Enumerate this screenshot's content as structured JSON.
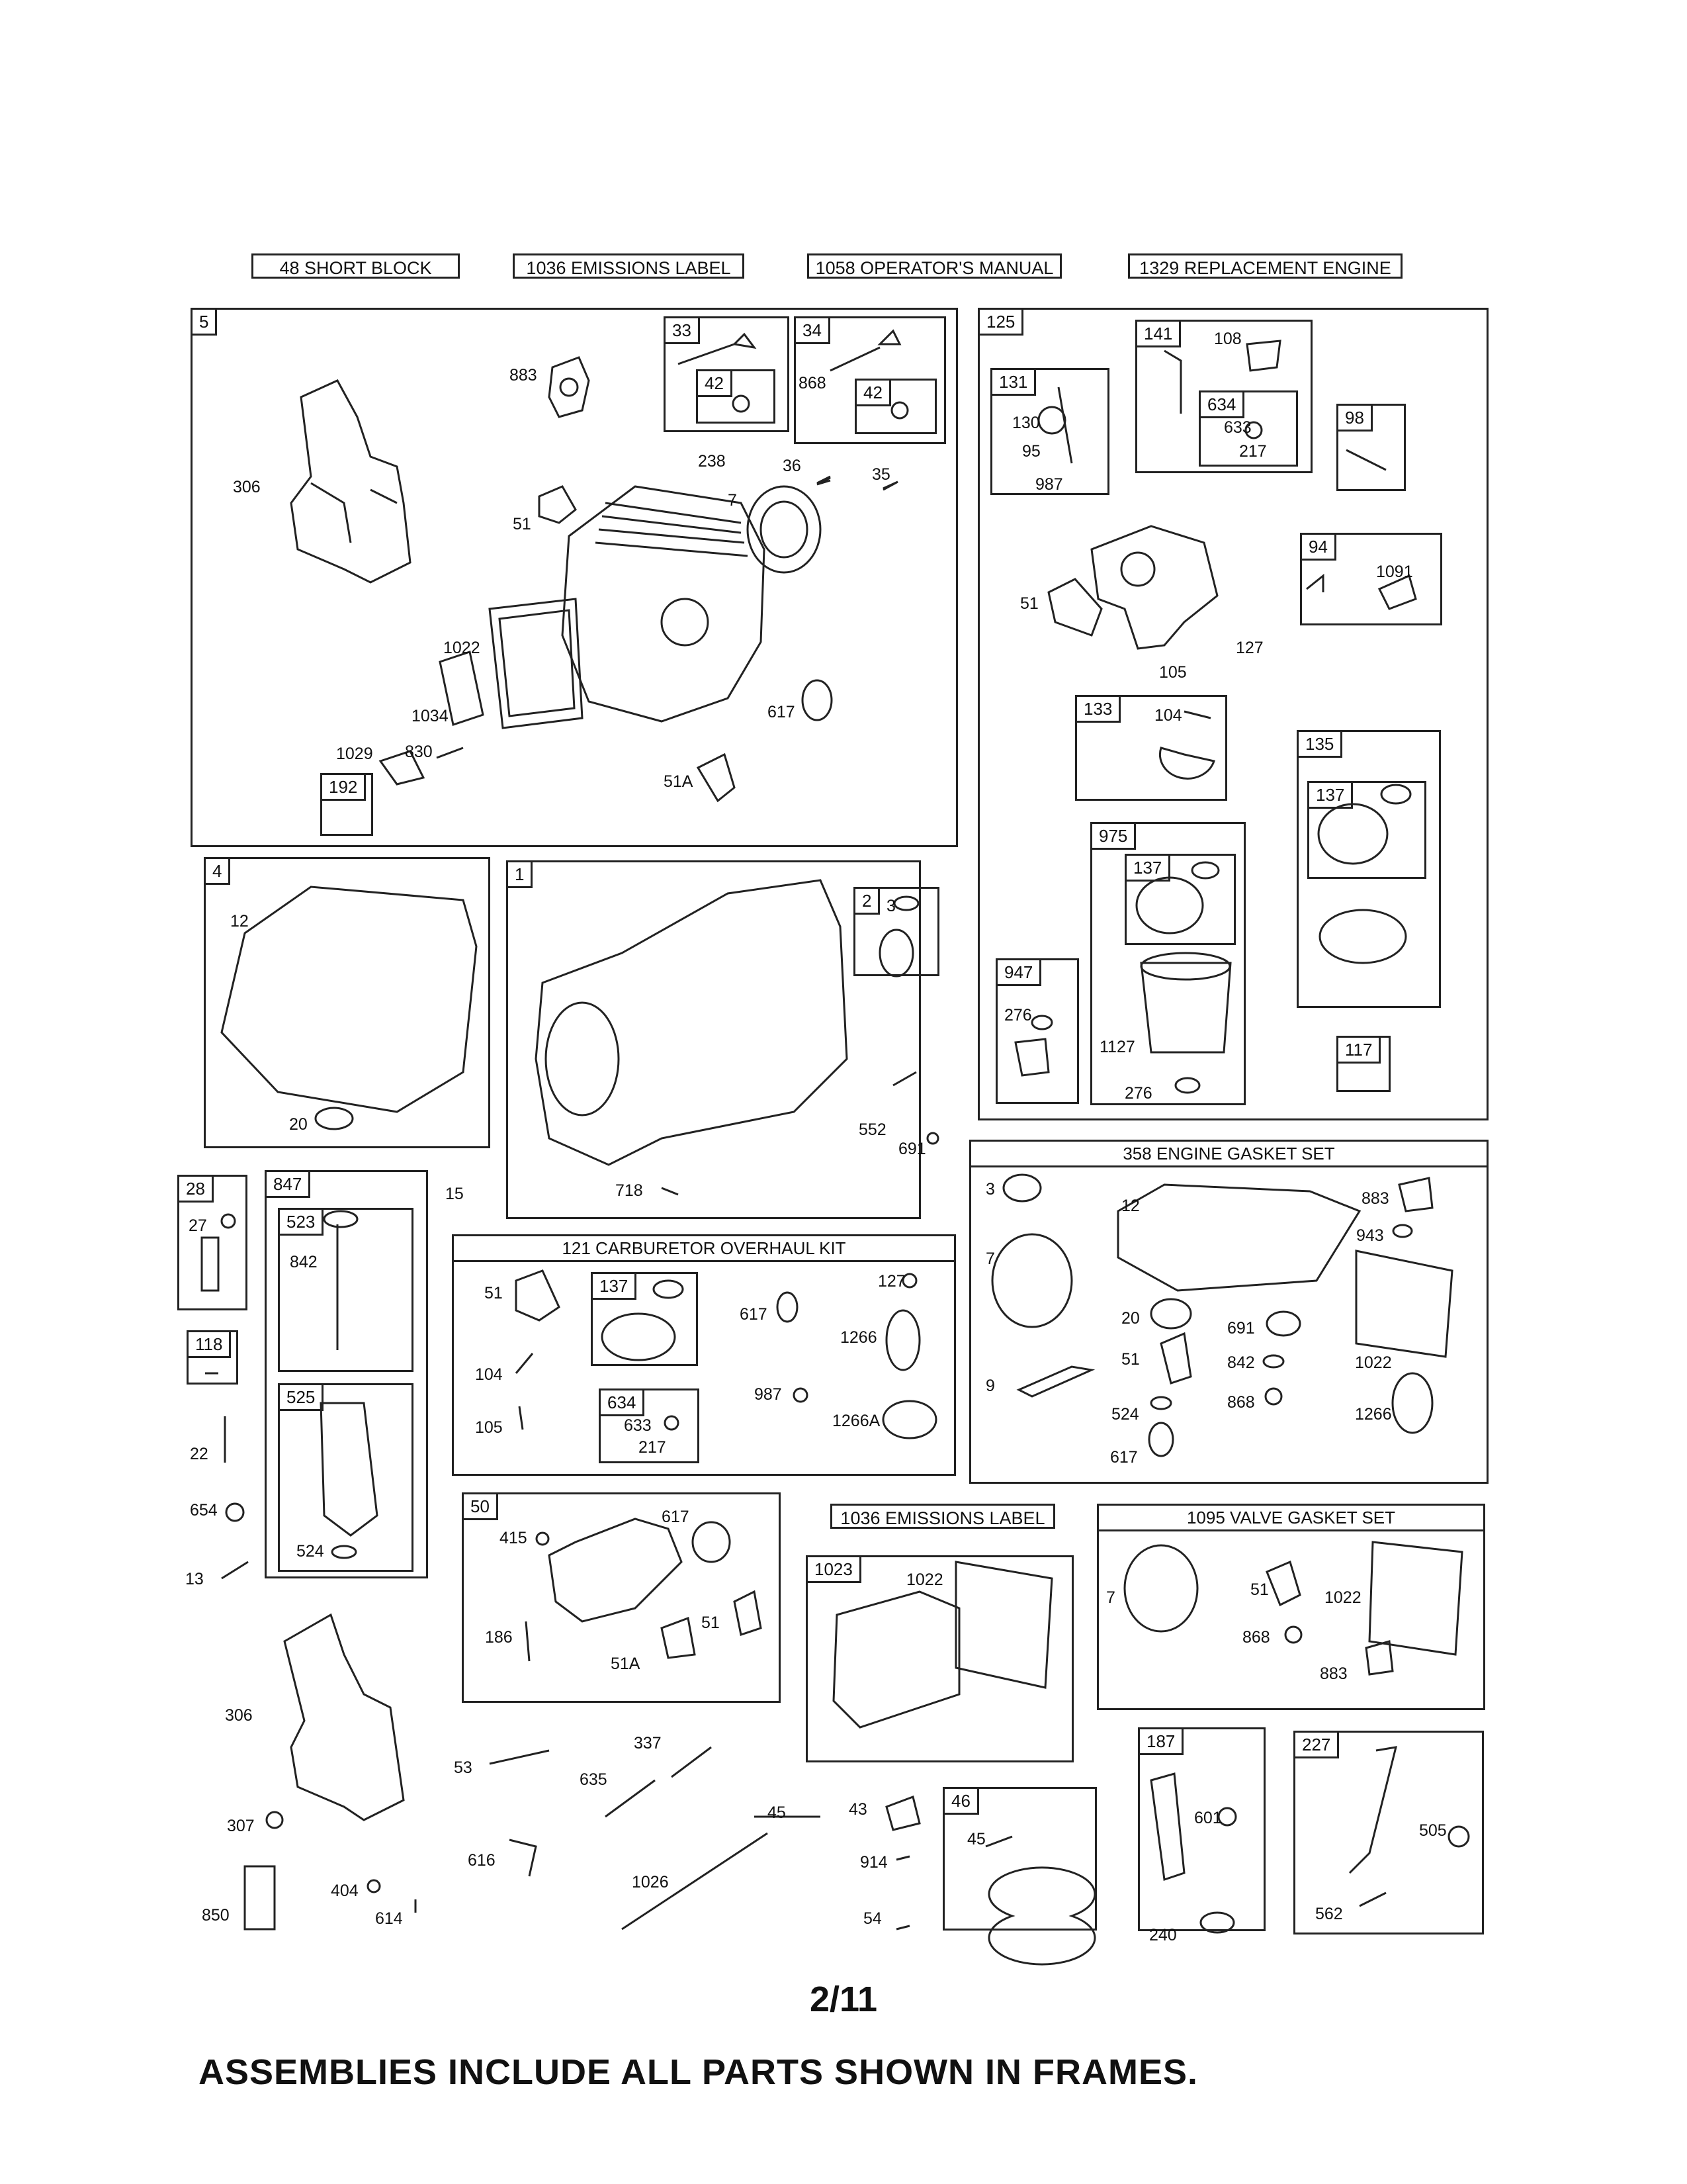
{
  "header_labels": [
    "48 SHORT BLOCK",
    "1036 EMISSIONS LABEL",
    "1058 OPERATOR'S MANUAL",
    "1329 REPLACEMENT ENGINE"
  ],
  "frames": {
    "f5": "5",
    "f33": "33",
    "f34": "34",
    "f42a": "42",
    "f42b": "42",
    "f192": "192",
    "f125": "125",
    "f141": "141",
    "f634a": "634",
    "f131": "131",
    "f98": "98",
    "f94": "94",
    "f133": "133",
    "f135": "135",
    "f137a": "137",
    "f975": "975",
    "f137b": "137",
    "f947": "947",
    "f117": "117",
    "f4": "4",
    "f1": "1",
    "f2": "2",
    "f28": "28",
    "f847": "847",
    "f523": "523",
    "f525": "525",
    "f118": "118",
    "f137c": "137",
    "f634b": "634",
    "f50": "50",
    "f1023": "1023",
    "f187": "187",
    "f227": "227",
    "f46": "46"
  },
  "kit_titles": {
    "carburetor_overhaul": "121 CARBURETOR OVERHAUL KIT",
    "engine_gasket": "358 ENGINE GASKET SET",
    "emissions_label": "1036 EMISSIONS LABEL",
    "valve_gasket": "1095 VALVE GASKET SET"
  },
  "part_labels": {
    "p883a": "883",
    "p306a": "306",
    "p51a": "51",
    "p238": "238",
    "p36": "36",
    "p35": "35",
    "p7a": "7",
    "p868a": "868",
    "p1022a": "1022",
    "p1034": "1034",
    "p1029": "1029",
    "p830": "830",
    "p617a": "617",
    "p51Aa": "51A",
    "p108": "108",
    "p633a": "633",
    "p217a": "217",
    "p130": "130",
    "p95": "95",
    "p987a": "987",
    "p1091": "1091",
    "p51b": "51",
    "p127a": "127",
    "p105a": "105",
    "p104a": "104",
    "p276a": "276",
    "p1127": "1127",
    "p276b": "276",
    "p12a": "12",
    "p20a": "20",
    "p3a": "3",
    "p552": "552",
    "p691a": "691",
    "p15": "15",
    "p718": "718",
    "p27": "27",
    "p842a": "842",
    "p22": "22",
    "p654": "654",
    "p13": "13",
    "p524a": "524",
    "p51c": "51",
    "p104b": "104",
    "p105b": "105",
    "p617b": "617",
    "p127b": "127",
    "p1266a": "1266",
    "p987b": "987",
    "p1266A": "1266A",
    "p633b": "633",
    "p217b": "217",
    "p3b": "3",
    "p12b": "12",
    "p883b": "883",
    "p943": "943",
    "p7b": "7",
    "p20b": "20",
    "p691b": "691",
    "p51d": "51",
    "p842b": "842",
    "p1022b": "1022",
    "p9": "9",
    "p868b": "868",
    "p524b": "524",
    "p1266b": "1266",
    "p617c": "617",
    "p415": "415",
    "p617d": "617",
    "p186": "186",
    "p51e": "51",
    "p51Ab": "51A",
    "p1022c": "1022",
    "p7c": "7",
    "p51f": "51",
    "p1022d": "1022",
    "p868c": "868",
    "p883c": "883",
    "p306b": "306",
    "p53": "53",
    "p337": "337",
    "p635": "635",
    "p307": "307",
    "p616": "616",
    "p1026": "1026",
    "p45a": "45",
    "p43": "43",
    "p914": "914",
    "p54": "54",
    "p45b": "45",
    "p601": "601",
    "p240": "240",
    "p505": "505",
    "p562": "562",
    "p404": "404",
    "p614": "614",
    "p850": "850"
  },
  "page_number": "2/11",
  "footer_note": "ASSEMBLIES INCLUDE ALL PARTS SHOWN IN FRAMES."
}
